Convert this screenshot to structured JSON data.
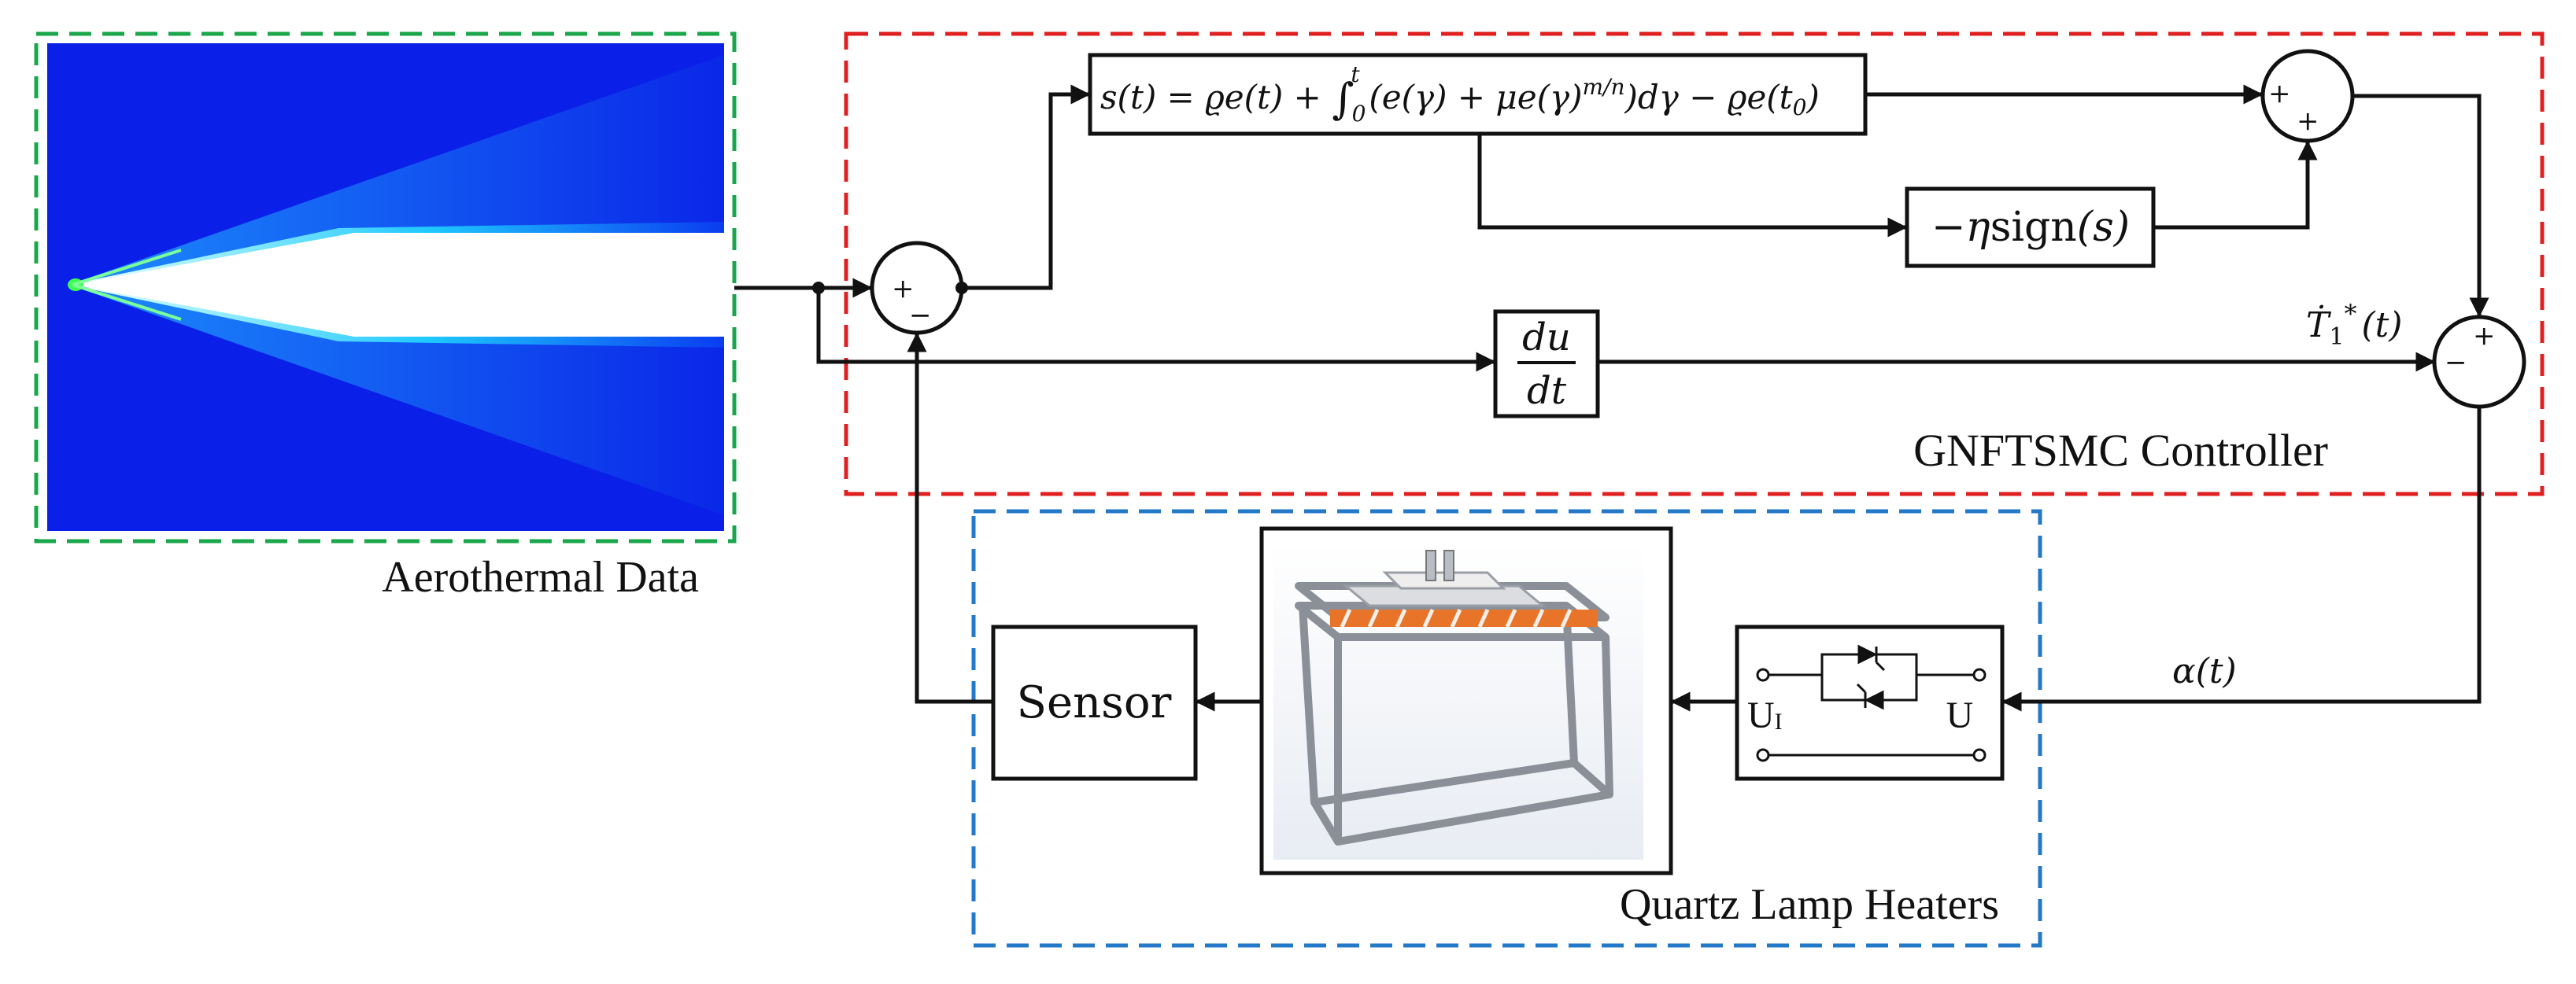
{
  "groups": {
    "aerothermal": {
      "label": "Aerothermal Data",
      "border_color": "#1aa64a"
    },
    "controller": {
      "label": "GNFTSMC Controller",
      "border_color": "#e02020"
    },
    "heaters": {
      "label": "Quartz Lamp Heaters",
      "border_color": "#2378c8"
    }
  },
  "blocks": {
    "sliding_surface": {
      "s_of_t": "s(t) = ϱe(t) + ",
      "integral_sign": "∫",
      "upper_limit": "t",
      "lower_limit": "0",
      "integrand": "(e(γ) + μe(γ)",
      "exponent": "m/n",
      "tail": ")dγ − ϱe(t",
      "tail_sub": "0",
      "tail_end": ")"
    },
    "sign_term": {
      "prefix": "−η",
      "upright": "sign",
      "suffix": "(s)"
    },
    "derivative": {
      "numerator": "du",
      "denominator": "dt"
    },
    "sensor": {
      "label": "Sensor"
    },
    "power": {
      "left_label": "U",
      "left_sub": "I",
      "right_label": "U"
    }
  },
  "signals": {
    "t1_dot": {
      "base": "Ṫ",
      "sub": "1",
      "sup": "*",
      "arg": "(t)"
    },
    "alpha": "α(t)"
  },
  "junctions": {
    "sum_error": {
      "plus": "+",
      "minus": "−"
    },
    "sum_top": {
      "plus_1": "+",
      "plus_2": "+"
    },
    "sum_out": {
      "minus": "−",
      "plus": "+"
    }
  },
  "colors": {
    "field_low": "#0a1fe8",
    "field_high": "#ffffff",
    "heater_lamp": "#e8742a"
  }
}
